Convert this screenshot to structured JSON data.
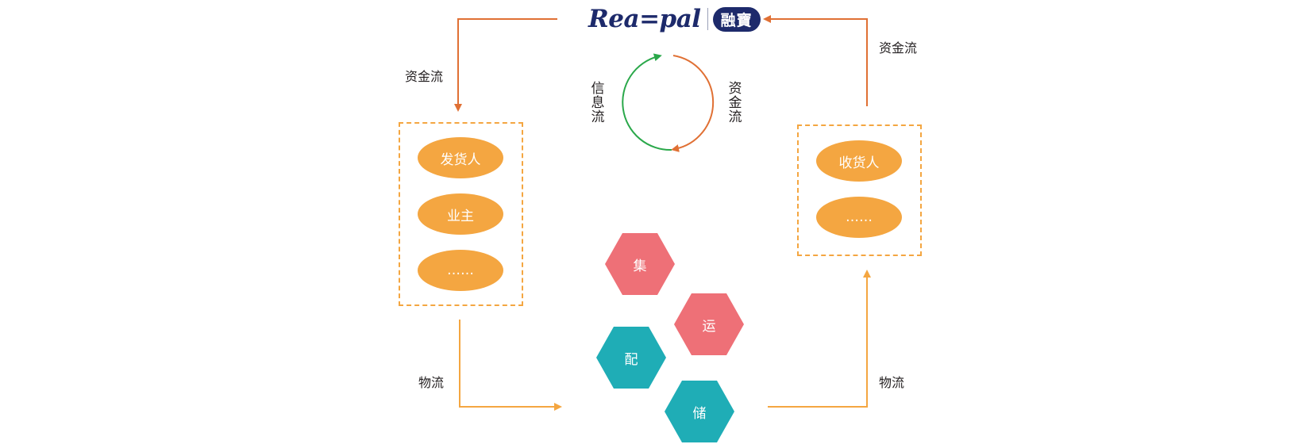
{
  "logo": {
    "wordmark": "Rea=pal",
    "badge": "融寶"
  },
  "colors": {
    "fund_flow": "#e07034",
    "info_flow": "#2aa84a",
    "logistics_flow": "#f4a641",
    "party": "#f4a641",
    "hex_red": "#ee7077",
    "hex_teal": "#1fadb6",
    "text": "#231f20"
  },
  "center_cycle": {
    "left_label": "信息流",
    "right_label": "资金流"
  },
  "flows": {
    "top_left": "资金流",
    "top_right": "资金流",
    "bottom_left": "物流",
    "bottom_right": "物流"
  },
  "shipper_group": {
    "items": [
      "发货人",
      "业主",
      "……"
    ]
  },
  "consignee_group": {
    "items": [
      "收货人",
      "……"
    ]
  },
  "logistics_services": [
    {
      "label": "集",
      "color": "red"
    },
    {
      "label": "运",
      "color": "red"
    },
    {
      "label": "配",
      "color": "teal"
    },
    {
      "label": "储",
      "color": "teal"
    }
  ]
}
